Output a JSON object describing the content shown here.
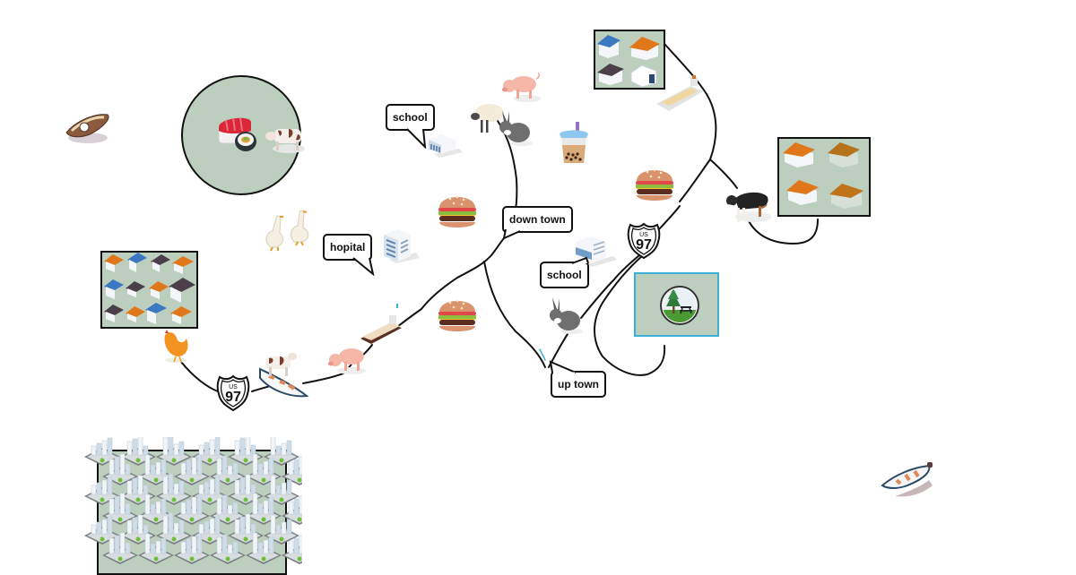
{
  "canvas": {
    "background": "#ffffff",
    "panel_fill": "#bccfbf",
    "stroke": "#111111",
    "highlight_border": "#3ab0d8"
  },
  "callouts": [
    {
      "id": "school-top",
      "text": "school"
    },
    {
      "id": "hospital",
      "text": "hopital"
    },
    {
      "id": "down-town",
      "text": "down town"
    },
    {
      "id": "school-mid",
      "text": "school"
    },
    {
      "id": "up-town",
      "text": "up town"
    }
  ],
  "route_shields": [
    {
      "route": "97",
      "prefix": "US"
    },
    {
      "route": "97",
      "prefix": "US"
    }
  ],
  "icons": [
    "motorboat-icon",
    "sushi-icon",
    "cow-icon",
    "geese-icon",
    "hospital-building-icon",
    "school-building-icon",
    "sheep-icon",
    "rabbit-icon",
    "pig-icon",
    "bubble-tea-icon",
    "hamburger-icon",
    "cargo-ship-icon",
    "dog-icon",
    "chicken-icon",
    "rowboat-icon",
    "park-picnic-icon",
    "houses-icon",
    "city-blocks-icon"
  ]
}
